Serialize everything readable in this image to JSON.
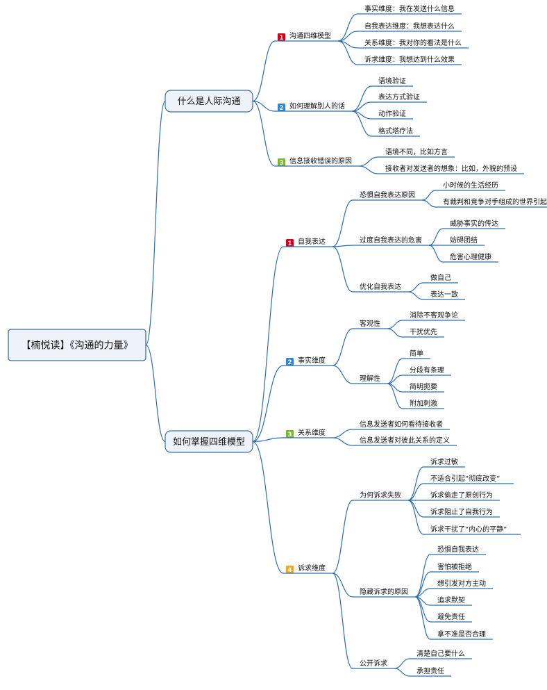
{
  "root": "【楠悦读】《沟通的力量》",
  "children": [
    {
      "label": "什么是人际沟通",
      "children": [
        {
          "label": "沟通四维模型",
          "badge": "1",
          "badge_color": "#d0021b",
          "children": [
            {
              "label": "事实维度：我在发送什么信息"
            },
            {
              "label": "自我表达维度：我想表达什么"
            },
            {
              "label": "关系维度：我对你的看法是什么"
            },
            {
              "label": "诉求维度：我想达到什么效果"
            }
          ]
        },
        {
          "label": "如何理解别人的话",
          "badge": "2",
          "badge_color": "#2f86d6",
          "children": [
            {
              "label": "语境验证"
            },
            {
              "label": "表达方式验证"
            },
            {
              "label": "动作验证"
            },
            {
              "label": "格式塔疗法"
            }
          ]
        },
        {
          "label": "信息接收错误的原因",
          "badge": "3",
          "badge_color": "#7cb82f",
          "children": [
            {
              "label": "语境不同，比如方言"
            },
            {
              "label": "接收者对发送者的想象：比如，外貌的预设"
            }
          ]
        }
      ]
    },
    {
      "label": "如何掌握四维模型",
      "children": [
        {
          "label": "自我表达",
          "badge": "1",
          "badge_color": "#d0021b",
          "children": [
            {
              "label": "恐惧自我表达原因",
              "children": [
                {
                  "label": "小时候的生活经历"
                },
                {
                  "label": "有裁判和竞争对手组成的世界引起"
                }
              ]
            },
            {
              "label": "过度自我表达的危害",
              "children": [
                {
                  "label": "威胁事实的传达"
                },
                {
                  "label": "妨碍团结"
                },
                {
                  "label": "危害心理健康"
                }
              ]
            },
            {
              "label": "优化自我表达",
              "children": [
                {
                  "label": "做自己"
                },
                {
                  "label": "表达一致"
                }
              ]
            }
          ]
        },
        {
          "label": "事实维度",
          "badge": "2",
          "badge_color": "#2f86d6",
          "children": [
            {
              "label": "客观性",
              "children": [
                {
                  "label": "消除不客观争论"
                },
                {
                  "label": "干扰优先"
                }
              ]
            },
            {
              "label": "理解性",
              "children": [
                {
                  "label": "简单"
                },
                {
                  "label": "分段有条理"
                },
                {
                  "label": "简明扼要"
                },
                {
                  "label": "附加刺激"
                }
              ]
            }
          ]
        },
        {
          "label": "关系维度",
          "badge": "3",
          "badge_color": "#7cb82f",
          "children": [
            {
              "label": "信息发送者如何看待接收者"
            },
            {
              "label": "信息发送者对彼此关系的定义"
            }
          ]
        },
        {
          "label": "诉求维度",
          "badge": "4",
          "badge_color": "#f5a623",
          "children": [
            {
              "label": "为何诉求失败",
              "children": [
                {
                  "label": "诉求过敏"
                },
                {
                  "label": "不适合引起“彻底改变”"
                },
                {
                  "label": "诉求偷走了原创行为"
                },
                {
                  "label": "诉求阻止了自我行为"
                },
                {
                  "label": "诉求干扰了“内心的平静”"
                }
              ]
            },
            {
              "label": "隐藏诉求的原因",
              "children": [
                {
                  "label": "恐惧自我表达"
                },
                {
                  "label": "害怕被拒绝"
                },
                {
                  "label": "想引发对方主动"
                },
                {
                  "label": "追求默契"
                },
                {
                  "label": "避免责任"
                },
                {
                  "label": "拿不准是否合理"
                }
              ]
            },
            {
              "label": "公开诉求",
              "children": [
                {
                  "label": "清楚自己要什么"
                },
                {
                  "label": "承担责任"
                }
              ]
            }
          ]
        }
      ]
    }
  ]
}
